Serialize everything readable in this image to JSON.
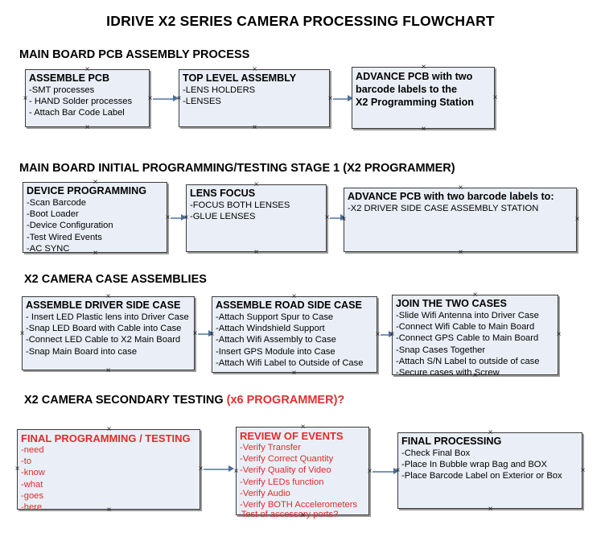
{
  "document": {
    "title": "IDRIVE X2  SERIES CAMERA PROCESSING FLOWCHART"
  },
  "colors": {
    "node_fill": "#eaeff7",
    "node_border": "#3a3a3a",
    "connector": "#7b96b8",
    "arrowhead": "#4a6f9c",
    "text_black": "#000000",
    "text_red": "#e02b2b",
    "background": "#ffffff"
  },
  "sections": [
    {
      "id": "main-board-pcb-assembly",
      "heading": "MAIN BOARD PCB ASSEMBLY PROCESS",
      "heading_accent": ""
    },
    {
      "id": "main-board-initial-programming",
      "heading": "MAIN BOARD INITIAL PROGRAMMING/TESTING STAGE 1 (X2 PROGRAMMER)",
      "heading_accent": ""
    },
    {
      "id": "x2-camera-case-assemblies",
      "heading": "X2 CAMERA CASE ASSEMBLIES",
      "heading_accent": ""
    },
    {
      "id": "x2-camera-secondary-testing",
      "heading": "X2 CAMERA SECONDARY TESTING ",
      "heading_accent": "(x6 PROGRAMMER)?"
    }
  ],
  "nodes": {
    "assemble_pcb": {
      "title": "ASSEMBLE PCB",
      "lines": [
        "-SMT processes",
        "- HAND Solder processes",
        "- Attach Bar Code Label"
      ]
    },
    "top_level_assembly": {
      "title": "TOP LEVEL ASSEMBLY",
      "lines": [
        "-LENS HOLDERS",
        "-LENSES"
      ]
    },
    "advance_pcb_station": {
      "title_line1": "ADVANCE PCB with two",
      "title_line2": "barcode labels to the",
      "title_line3": " X2 Programming Station",
      "lines": []
    },
    "device_programming": {
      "title": "DEVICE PROGRAMMING",
      "lines": [
        "-Scan Barcode",
        "-Boot Loader",
        "-Device Configuration",
        "-Test Wired Events",
        "-AC SYNC"
      ]
    },
    "lens_focus": {
      "title": "LENS FOCUS",
      "lines": [
        "-FOCUS BOTH LENSES",
        "-GLUE LENSES"
      ]
    },
    "advance_pcb_driver_side": {
      "title": "ADVANCE PCB with two barcode labels to:",
      "lines": [
        "-X2 DRIVER  SIDE  CASE  ASSEMBLY STATION"
      ]
    },
    "assemble_driver_side_case": {
      "title": "ASSEMBLE DRIVER SIDE CASE",
      "lines": [
        "- Insert LED Plastic lens into Driver Case",
        "-Snap LED Board with Cable into Case",
        "-Connect LED Cable to X2 Main Board",
        "-Snap Main Board into case"
      ]
    },
    "assemble_road_side_case": {
      "title": "ASSEMBLE ROAD SIDE CASE",
      "lines": [
        "-Attach Support Spur to Case",
        "-Attach Windshield Support",
        "-Attach Wifi Assembly to Case",
        "-Insert GPS Module into Case",
        "-Attach Wifi Label to Outside of Case"
      ]
    },
    "join_the_two_cases": {
      "title": "JOIN THE TWO CASES",
      "lines": [
        "-Slide Wifi Antenna into Driver Case",
        "-Connect Wifi Cable to Main Board",
        "-Connect GPS Cable to Main Board",
        "-Snap Cases Together",
        "-Attach S/N Label to outside of case",
        "-Secure cases with Screw"
      ]
    },
    "final_programming_testing": {
      "title": "FINAL PROGRAMMING / TESTING",
      "lines": [
        "-need",
        "-to",
        "-know",
        "-what",
        "-goes",
        "-here"
      ]
    },
    "review_of_events": {
      "title": "REVIEW OF EVENTS",
      "lines": [
        "-Verify Transfer",
        "-Verify Correct Quantity",
        "-Verify Quality of Video",
        "-Verify LEDs function",
        "-Verify Audio",
        "-Verify BOTH Accelerometers"
      ],
      "overflow_line": "-Test of accessory ports?"
    },
    "final_processing": {
      "title": "FINAL PROCESSING",
      "lines": [
        " -Check Final Box",
        "-Place In Bubble wrap Bag and BOX",
        "-Place Barcode Label on Exterior or Box"
      ]
    }
  }
}
